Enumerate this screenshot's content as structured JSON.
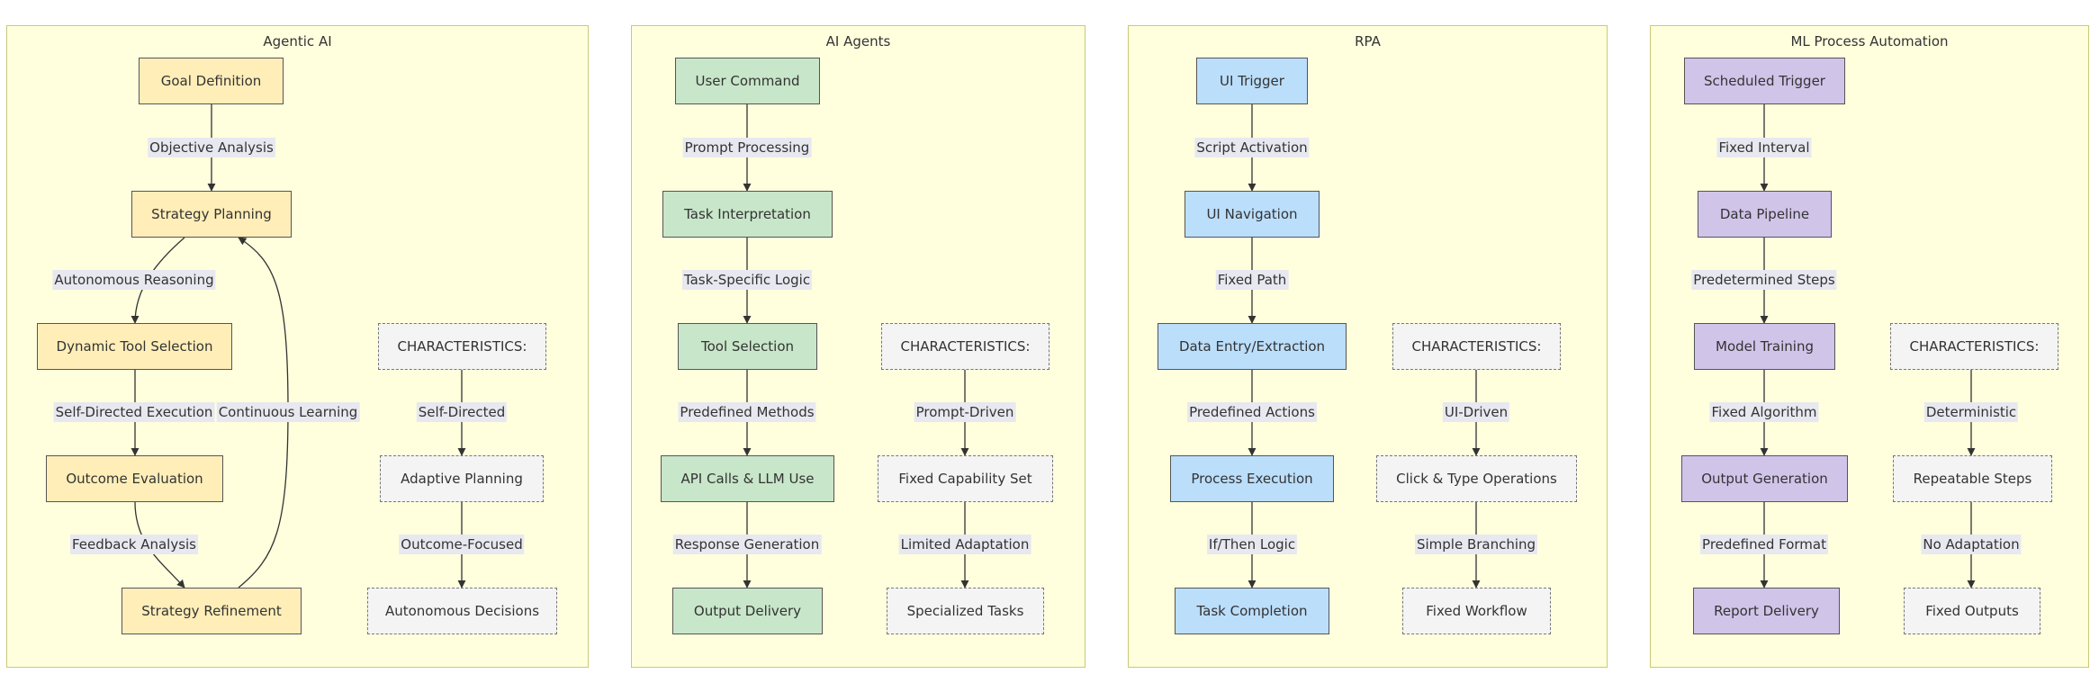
{
  "colors": {
    "panel_bg": "#ffffde",
    "panel_border": "#c9c97a",
    "agentic_fill": "#ffeeb8",
    "agents_fill": "#c8e6c9",
    "rpa_fill": "#bbdefb",
    "ml_fill": "#d1c4e9",
    "characteristic_fill": "#f4f4f4",
    "edge_label_bg": "#e8e8f0"
  },
  "panels": {
    "agentic": {
      "title": "Agentic AI",
      "flow": [
        "Goal Definition",
        "Strategy Planning",
        "Dynamic Tool Selection",
        "Outcome Evaluation",
        "Strategy Refinement"
      ],
      "flow_edges": [
        "Objective Analysis",
        "Autonomous Reasoning",
        "Self-Directed Execution",
        "Feedback Analysis"
      ],
      "loop_edge": "Continuous Learning",
      "characteristics": [
        "CHARACTERISTICS:",
        "Adaptive Planning",
        "Autonomous Decisions"
      ],
      "characteristic_edges": [
        "Self-Directed",
        "Outcome-Focused"
      ]
    },
    "agents": {
      "title": "AI Agents",
      "flow": [
        "User Command",
        "Task Interpretation",
        "Tool Selection",
        "API Calls & LLM Use",
        "Output Delivery"
      ],
      "flow_edges": [
        "Prompt Processing",
        "Task-Specific Logic",
        "Predefined Methods",
        "Response Generation"
      ],
      "characteristics": [
        "CHARACTERISTICS:",
        "Fixed Capability Set",
        "Specialized Tasks"
      ],
      "characteristic_edges": [
        "Prompt-Driven",
        "Limited Adaptation"
      ]
    },
    "rpa": {
      "title": "RPA",
      "flow": [
        "UI Trigger",
        "UI Navigation",
        "Data Entry/Extraction",
        "Process Execution",
        "Task Completion"
      ],
      "flow_edges": [
        "Script Activation",
        "Fixed Path",
        "Predefined Actions",
        "If/Then Logic"
      ],
      "characteristics": [
        "CHARACTERISTICS:",
        "Click & Type Operations",
        "Fixed Workflow"
      ],
      "characteristic_edges": [
        "UI-Driven",
        "Simple Branching"
      ]
    },
    "ml": {
      "title": "ML Process Automation",
      "flow": [
        "Scheduled Trigger",
        "Data Pipeline",
        "Model Training",
        "Output Generation",
        "Report Delivery"
      ],
      "flow_edges": [
        "Fixed Interval",
        "Predetermined Steps",
        "Fixed Algorithm",
        "Predefined Format"
      ],
      "characteristics": [
        "CHARACTERISTICS:",
        "Repeatable Steps",
        "Fixed Outputs"
      ],
      "characteristic_edges": [
        "Deterministic",
        "No Adaptation"
      ]
    }
  }
}
